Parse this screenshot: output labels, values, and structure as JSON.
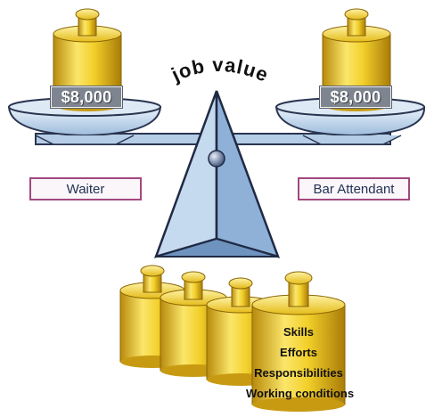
{
  "scale_title": "job value",
  "left_pan": {
    "price": "$8,000",
    "job": "Waiter"
  },
  "right_pan": {
    "price": "$8,000",
    "job": "Bar Attendant"
  },
  "factor_weights": {
    "count": 4,
    "labels": [
      "Skills",
      "Efforts",
      "Responsibilities",
      "Working conditions"
    ]
  },
  "colors": {
    "gold": "#e8c21a",
    "pan_blue": "#bcd6ec",
    "fulcrum_blue": "#a6c5e6",
    "label_border": "#a1487f"
  }
}
